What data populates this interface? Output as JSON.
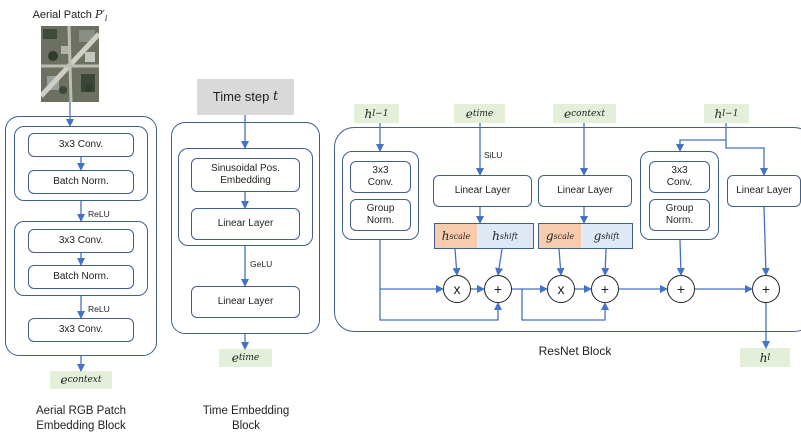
{
  "aerial_block": {
    "patch_title": "Aerial Patch",
    "patch_symbol": "P′",
    "patch_subscript": "i",
    "conv1": "3x3 Conv.",
    "norm1": "Batch Norm.",
    "act1": "ReLU",
    "conv2": "3x3 Conv.",
    "norm2": "Batch Norm.",
    "act2": "ReLU",
    "conv3": "3x3 Conv.",
    "output_symbol": "e",
    "output_subscript": "context",
    "caption_line1": "Aerial RGB Patch",
    "caption_line2": "Embedding Block"
  },
  "time_block": {
    "input_label": "Time step ",
    "input_var": "t",
    "pos_embed_line1": "Sinusoidal Pos.",
    "pos_embed_line2": "Embedding",
    "linear1": "Linear Layer",
    "act": "GeLU",
    "linear2": "Linear Layer",
    "output_symbol": "e",
    "output_subscript": "time",
    "caption_line1": "Time Embedding",
    "caption_line2": "Block"
  },
  "resnet_block": {
    "input_h_symbol": "h",
    "input_h_subscript": "l−1",
    "input_time_symbol": "e",
    "input_time_subscript": "time",
    "input_context_symbol": "e",
    "input_context_subscript": "context",
    "input_h2_symbol": "h",
    "input_h2_subscript": "l−1",
    "conv_a": "3x3\nConv.",
    "norm_a": "Group\nNorm.",
    "silu": "SiLU",
    "linear_time": "Linear Layer",
    "linear_context": "Linear Layer",
    "h_scale_symbol": "h",
    "h_scale_subscript": "scale",
    "h_shift_symbol": "h",
    "h_shift_subscript": "shift",
    "g_scale_symbol": "g",
    "g_scale_subscript": "scale",
    "g_shift_symbol": "g",
    "g_shift_subscript": "shift",
    "op_mul1": "x",
    "op_add1": "+",
    "op_mul2": "x",
    "op_add2": "+",
    "op_add3": "+",
    "op_add4": "+",
    "conv_b": "3x3\nConv.",
    "norm_b": "Group\nNorm.",
    "linear_skip": "Linear Layer",
    "output_symbol": "h",
    "output_subscript": "l",
    "caption": "ResNet Block"
  },
  "colors": {
    "stroke": "#3f5f8f",
    "arrow": "#4472c4",
    "green_fill": "#e3efd9",
    "orange_fill": "#f8cbad",
    "blue_fill": "#dde9f7",
    "gray_fill": "#d9d9d9"
  }
}
